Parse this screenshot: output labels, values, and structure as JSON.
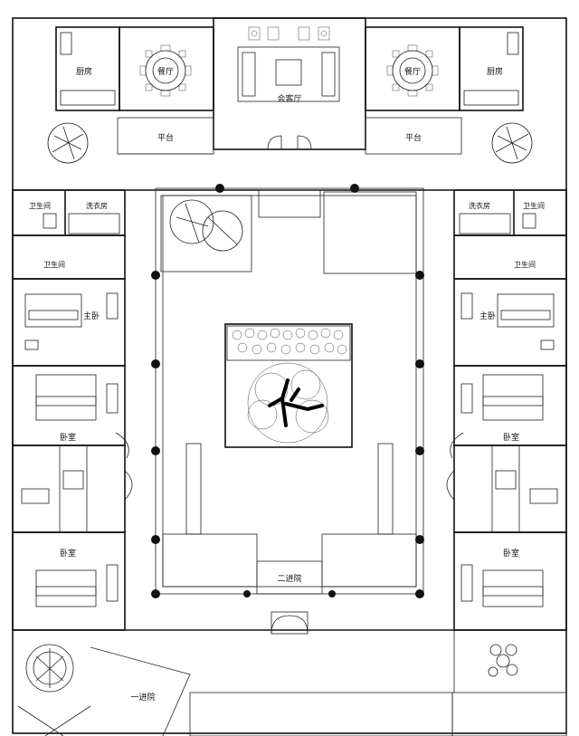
{
  "rooms": {
    "kitchen_left": "厨房",
    "dining_left": "餐厅",
    "living_hall": "会客厅",
    "dining_right": "餐厅",
    "kitchen_right": "厨房",
    "terrace_left": "平台",
    "terrace_right": "平台",
    "bathroom_left_1": "卫生间",
    "laundry_left": "洗衣房",
    "laundry_right": "洗衣房",
    "bathroom_right_1": "卫生间",
    "bathroom_left_2": "卫生间",
    "bathroom_right_2": "卫生间",
    "master_left": "主卧",
    "master_right": "主卧",
    "bedroom_left_1": "卧室",
    "bedroom_right_1": "卧室",
    "bedroom_left_2": "卧室",
    "bedroom_right_2": "卧室",
    "second_courtyard": "二进院",
    "first_courtyard": "一进院"
  }
}
